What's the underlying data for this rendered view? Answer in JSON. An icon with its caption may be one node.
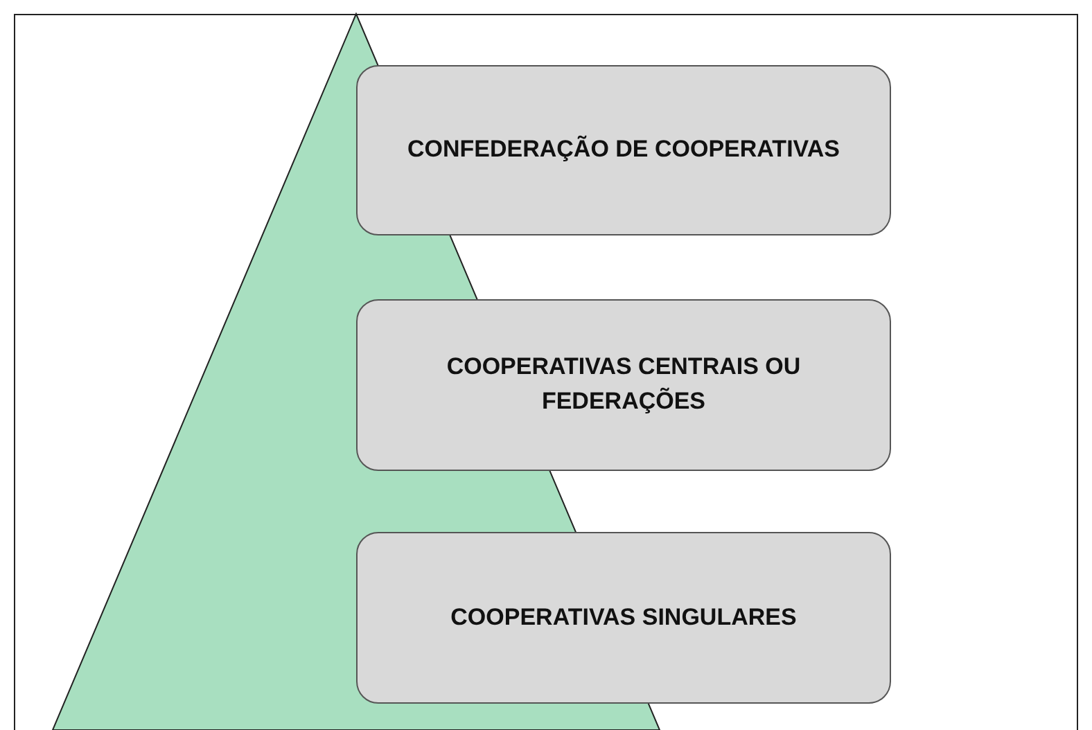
{
  "diagram": {
    "nodes": [
      {
        "text": [
          "CONFEDERAÇÃO DE COOPERATIVAS"
        ]
      },
      {
        "text": [
          "COOPERATIVAS CENTRAIS OU FEDERAÇÕES"
        ]
      },
      {
        "text": [
          "COOPERATIVAS SINGULARES"
        ]
      }
    ]
  }
}
